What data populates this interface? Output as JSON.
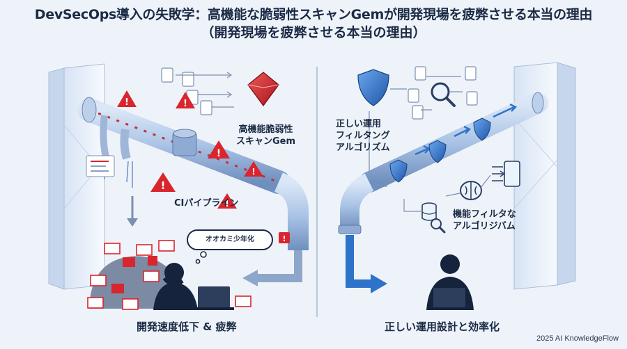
{
  "title": {
    "line1": "DevSecOps導入の失敗学：高機能な脆弱性スキャンGemが開発現場を疲弊させる本当の理由",
    "line2": "（開発現場を疲弊させる本当の理由）"
  },
  "left": {
    "gem_label_line1": "高機能脆弱性",
    "gem_label_line2": "スキャンGem",
    "ci_label": "CIパイプライン",
    "bubble_text": "オオカミ少年化",
    "caption": "開発速度低下 & 疲弊"
  },
  "right": {
    "filter_label_line1": "正しい運用",
    "filter_label_line2": "フィルタング",
    "filter_label_line3": "アルゴリズム",
    "algo_label_line1": "機能フィルタな",
    "algo_label_line2": "アルゴリジバム",
    "caption": "正しい運用設計と効率化"
  },
  "footer": "2025 AI KnowledgeFlow",
  "colors": {
    "background": "#eef3fa",
    "pipe": "#a9c3e6",
    "alert_red": "#d9252e",
    "shield_blue": "#2f6fc4",
    "arrow_blue": "#2d73c9",
    "ink": "#1b2a44"
  }
}
